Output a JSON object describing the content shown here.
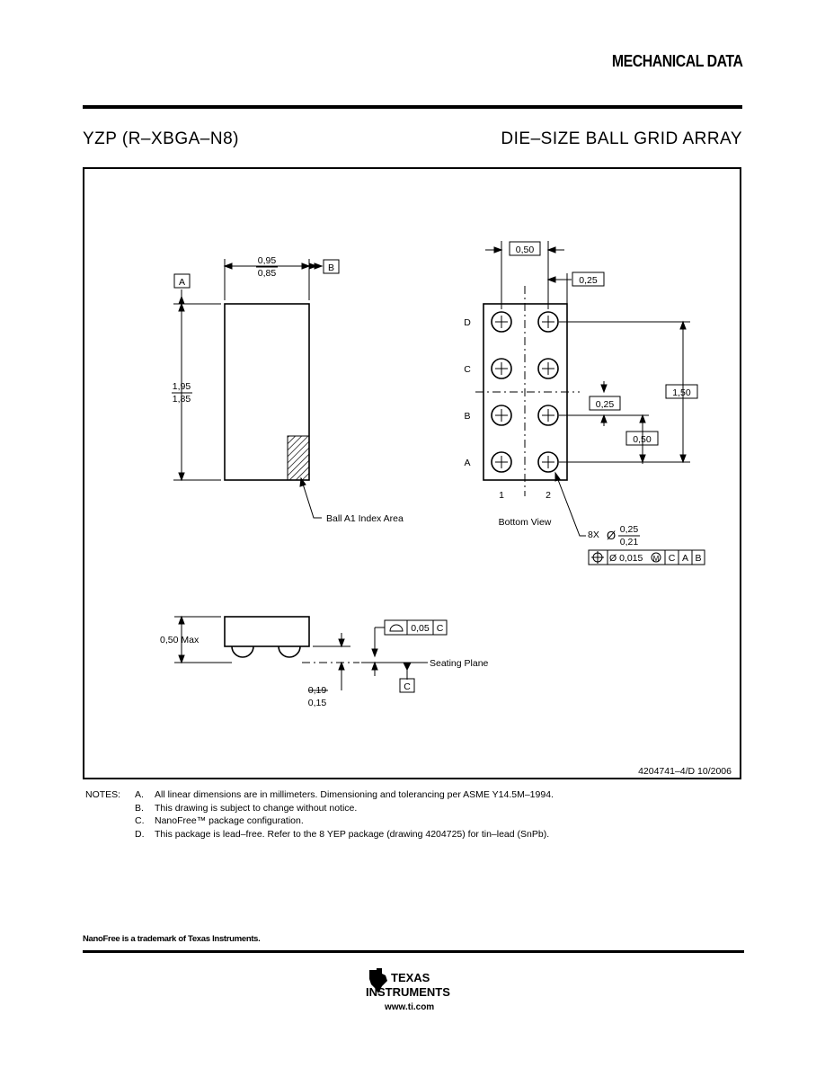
{
  "header": {
    "title": "MECHANICAL DATA",
    "package_code": "YZP (R–XBGA–N8)",
    "package_desc": "DIE–SIZE BALL GRID ARRAY"
  },
  "drawing": {
    "top_view": {
      "datum_a": "A",
      "datum_b": "B",
      "width_max": "0,95",
      "width_min": "0,85",
      "length_max": "1,95",
      "length_min": "1,85",
      "index_label": "Ball A1 Index Area"
    },
    "bottom_view": {
      "pitch_top": "0,50",
      "offset_right": "0,25",
      "span": "1,50",
      "offset_mid": "0,25",
      "pitch_right": "0,50",
      "rows": [
        "D",
        "C",
        "B",
        "A"
      ],
      "cols": [
        "1",
        "2"
      ],
      "caption": "Bottom View",
      "ball_count": "8X",
      "diameter_symbol": "Ø",
      "ball_dia_max": "0,25",
      "ball_dia_min": "0,21",
      "tol_value": "Ø 0,015",
      "tol_mod": "M",
      "tol_ref1": "C",
      "tol_ref2": "A",
      "tol_ref3": "B"
    },
    "side_view": {
      "height": "0,50 Max",
      "flatness": "0,05",
      "flatness_ref": "C",
      "seating_plane": "Seating Plane",
      "datum_c": "C",
      "standoff_max": "0,19",
      "standoff_min": "0,15"
    },
    "drawing_number": "4204741–4/D  10/2006"
  },
  "notes": {
    "label": "NOTES:",
    "items": [
      {
        "key": "A.",
        "text": "All linear dimensions are in millimeters.  Dimensioning and tolerancing per ASME Y14.5M–1994."
      },
      {
        "key": "B.",
        "text": "This drawing is subject to change without notice."
      },
      {
        "key": "C.",
        "text": "NanoFree™ package configuration."
      },
      {
        "key": "D.",
        "text": "This package is lead–free.  Refer to the 8 YEP package (drawing 4204725) for tin–lead (SnPb)."
      }
    ]
  },
  "footer": {
    "trademark": "NanoFree is a trademark of Texas Instruments.",
    "logo_line1": "TEXAS",
    "logo_line2": "INSTRUMENTS",
    "website": "www.ti.com"
  }
}
